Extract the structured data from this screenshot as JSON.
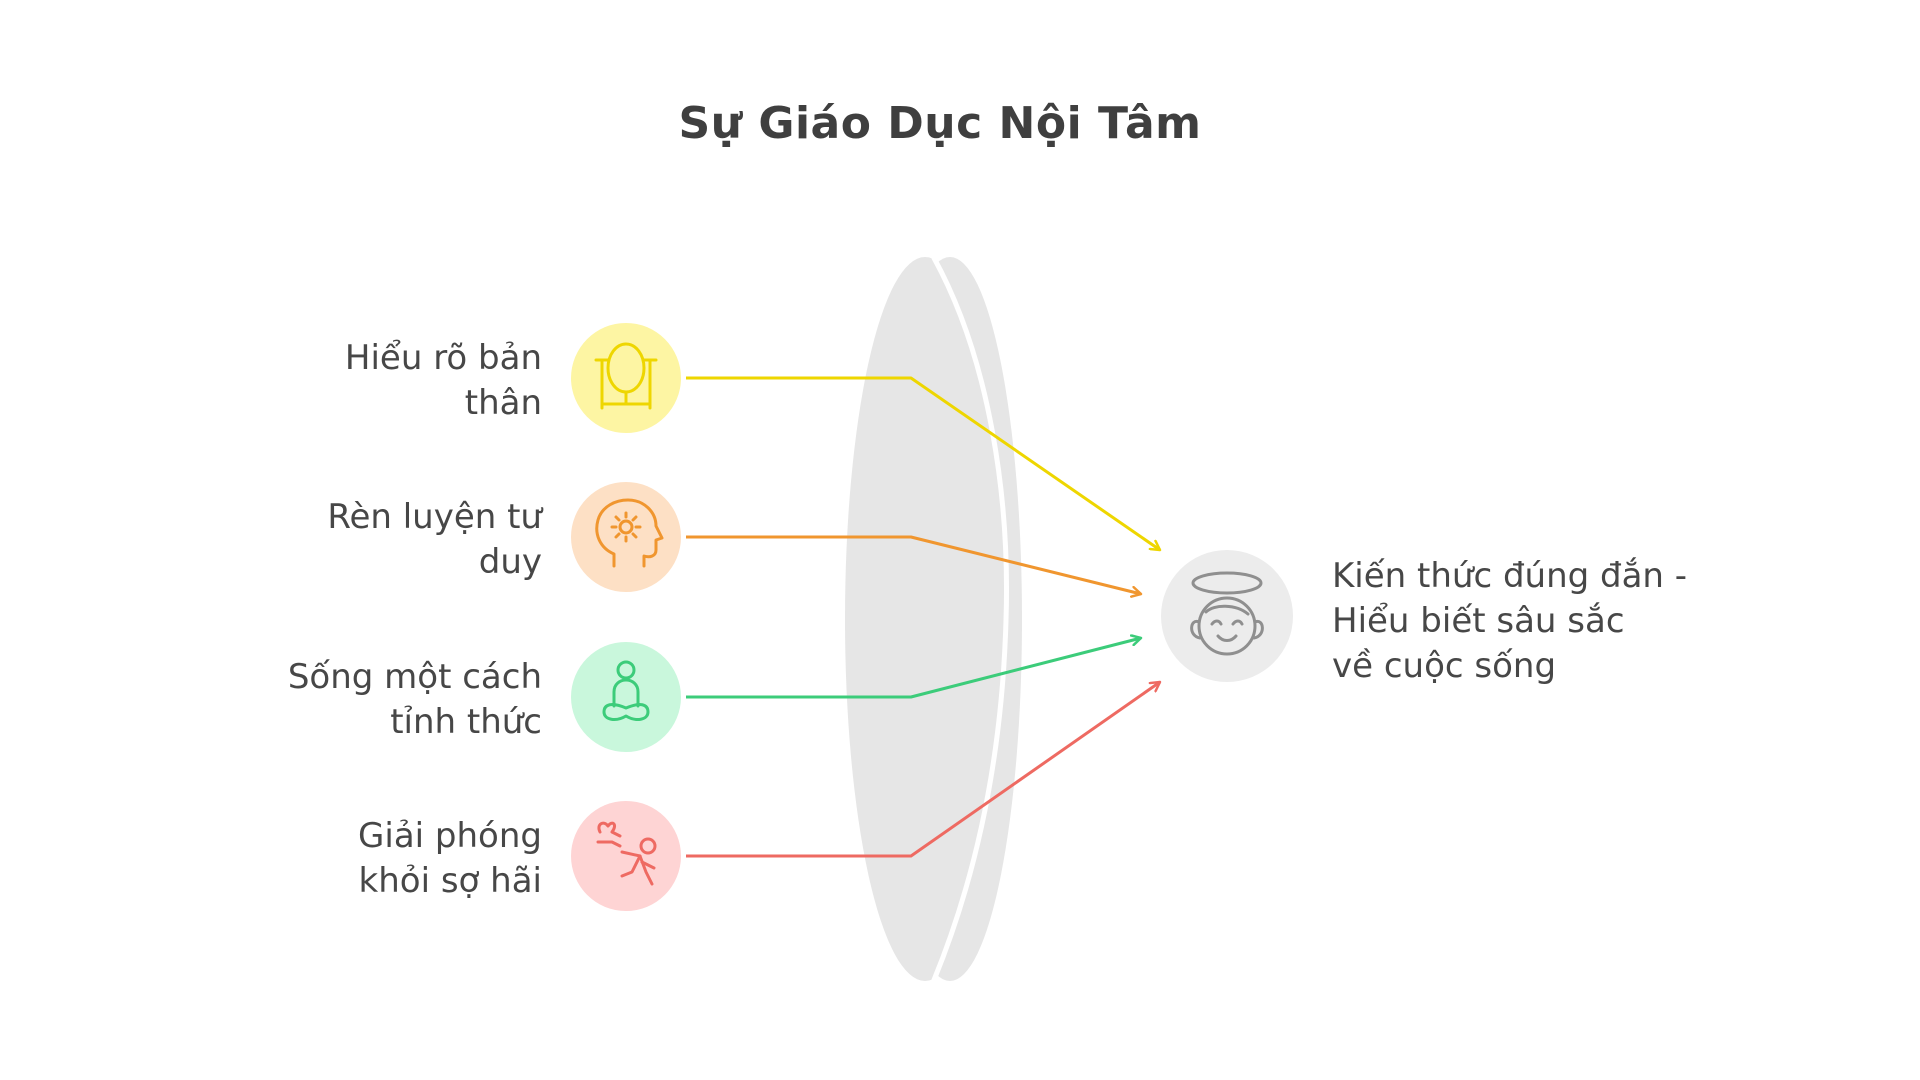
{
  "title": "Sự Giáo Dục Nội Tâm",
  "inputs": [
    {
      "label": "Hiểu rõ bản\nthân",
      "icon": "mirror-icon",
      "color": "#eed600",
      "fill": "#fdf5a3"
    },
    {
      "label": "Rèn luyện tư\nduy",
      "icon": "brain-gear-icon",
      "color": "#f0962f",
      "fill": "#fde0c5"
    },
    {
      "label": "Sống một cách\ntỉnh thức",
      "icon": "meditation-icon",
      "color": "#3ccc7a",
      "fill": "#c9f7dc"
    },
    {
      "label": "Giải phóng\nkhỏi sợ hãi",
      "icon": "escape-icon",
      "color": "#ee6a62",
      "fill": "#fed4d4"
    }
  ],
  "result": {
    "lines": [
      "Kiến thức đúng đắn -",
      "Hiểu biết sâu sắc",
      "về cuộc sống"
    ],
    "icon": "angel-face-icon",
    "color": "#8f8f8f",
    "fill": "#ececec"
  },
  "lens_color": "#e6e6e6"
}
